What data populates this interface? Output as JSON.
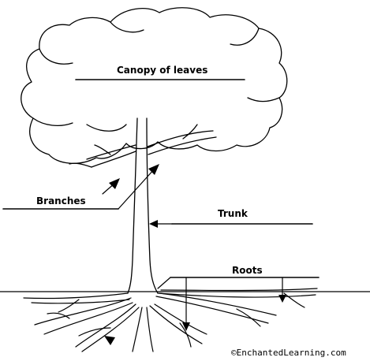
{
  "labels": {
    "canopy": "Canopy of leaves",
    "branches": "Branches",
    "trunk": "Trunk",
    "roots": "Roots"
  },
  "copyright": "©EnchantedLearning.com",
  "colors": {
    "ink": "#000000",
    "background": "#ffffff"
  }
}
